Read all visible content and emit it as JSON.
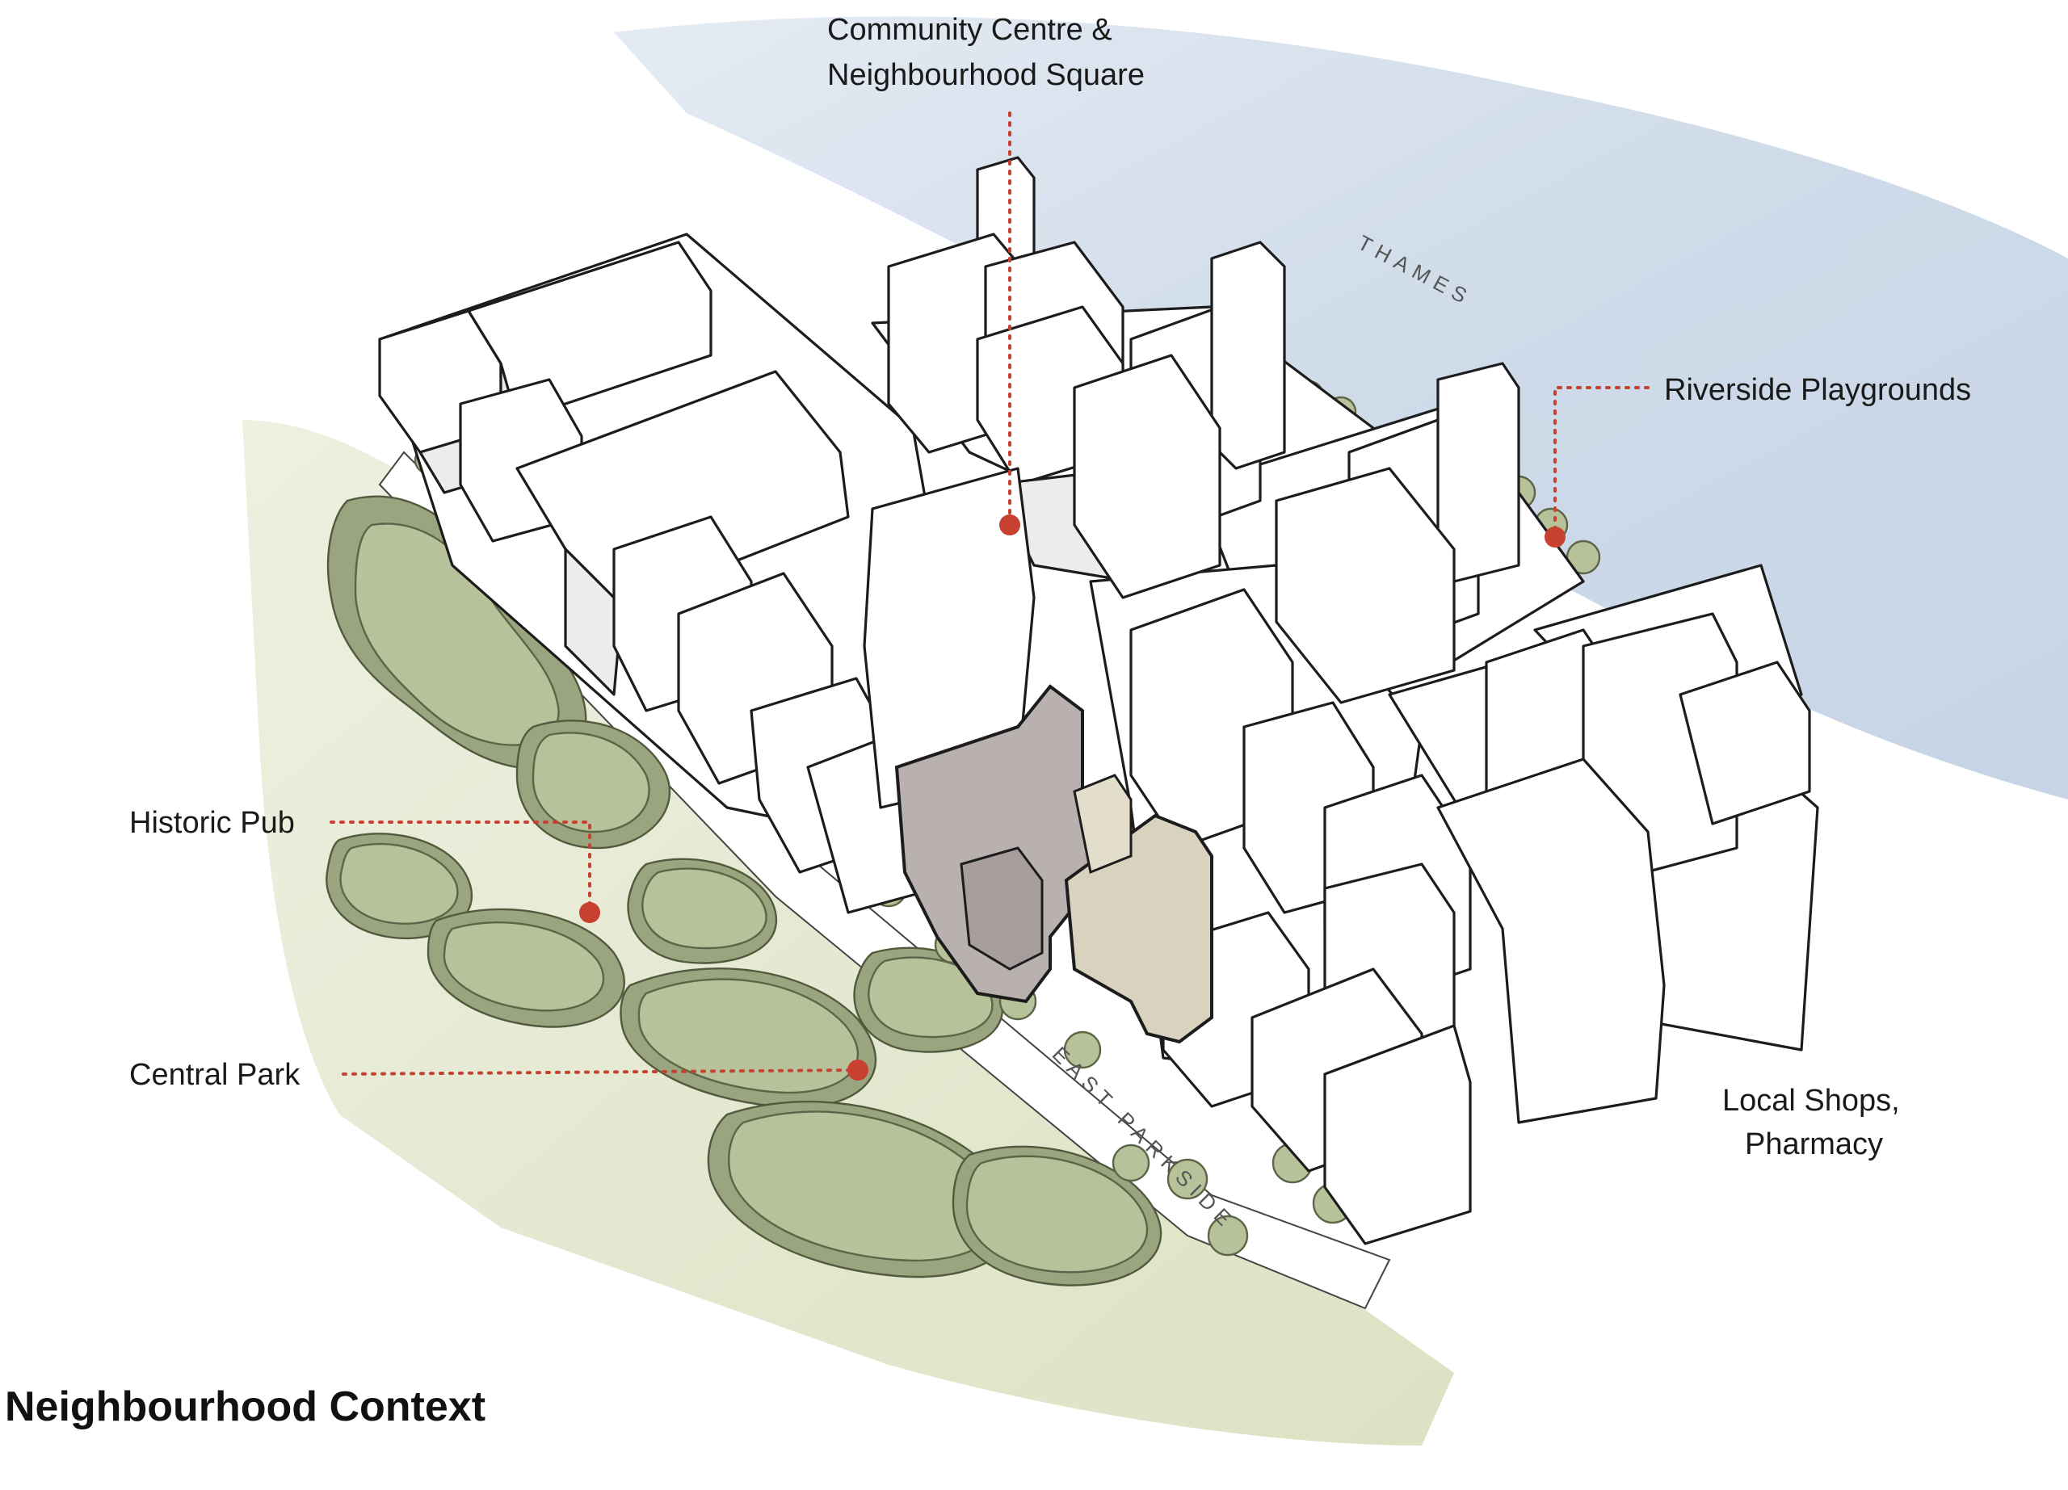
{
  "title": "Neighbourhood Context",
  "labels": {
    "community": "Community Centre &",
    "community_line2": "Neighbourhood Square",
    "riverside": "Riverside Playgrounds",
    "historic_pub": "Historic Pub",
    "central_park": "Central Park",
    "local_shops": "Local Shops,",
    "local_shops_line2": "Pharmacy"
  },
  "place_names": {
    "river": "THAMES",
    "street": "EAST PARKSIDE"
  },
  "colors": {
    "river": "#cfdbe9",
    "park": "#dfe3c8",
    "tree": "#b7c29a",
    "marker": "#c8402f",
    "site_dark": "#b9b0b0",
    "site_light": "#d9d2bf"
  }
}
